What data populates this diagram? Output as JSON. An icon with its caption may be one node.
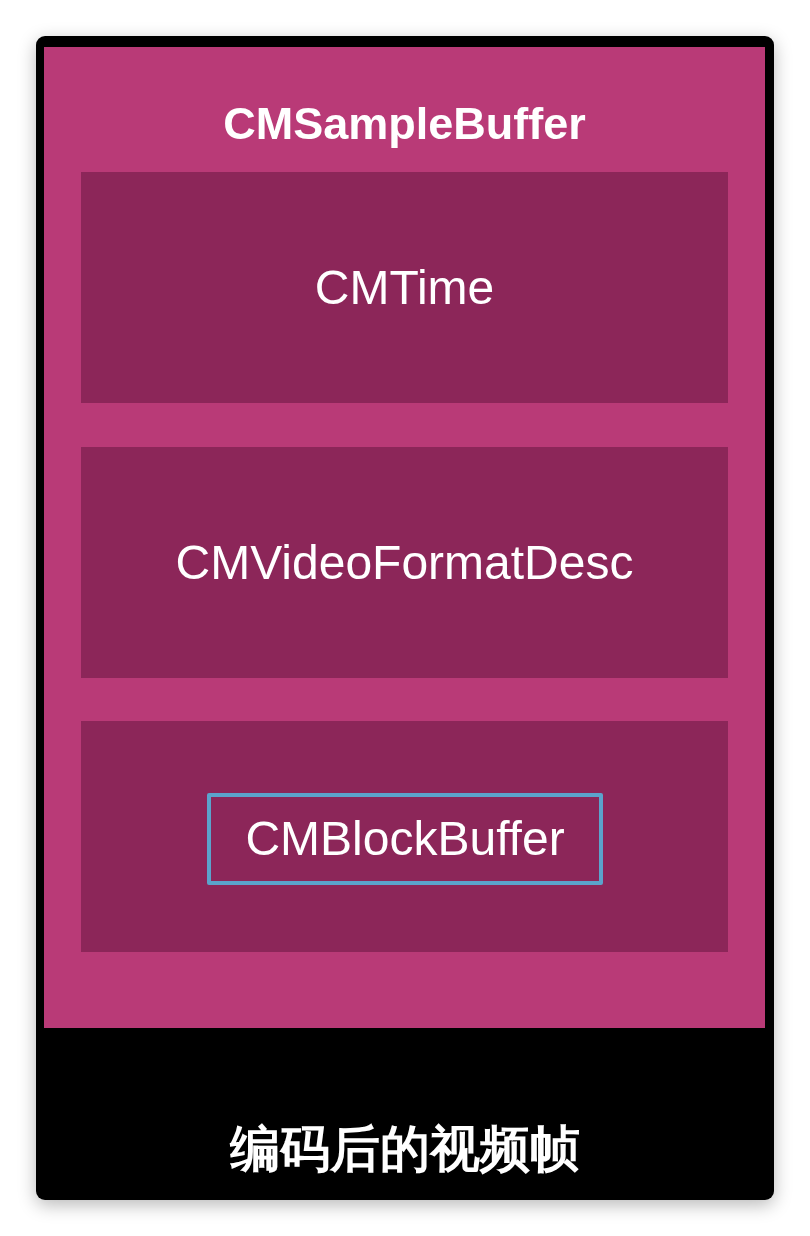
{
  "diagram": {
    "nodes": [
      {
        "text": [
          "编码后的视频帧"
        ]
      },
      {
        "text": [
          "CMSampleBuffer"
        ],
        "in": 0
      },
      {
        "text": [
          "CMTime"
        ],
        "in": 1
      },
      {
        "text": [
          "CMVideoFormatDesc"
        ],
        "in": 1
      },
      {
        "text": [],
        "shape": "box",
        "in": 1
      },
      {
        "text": [
          "CMBlockBuffer"
        ],
        "in": 4
      }
    ]
  }
}
